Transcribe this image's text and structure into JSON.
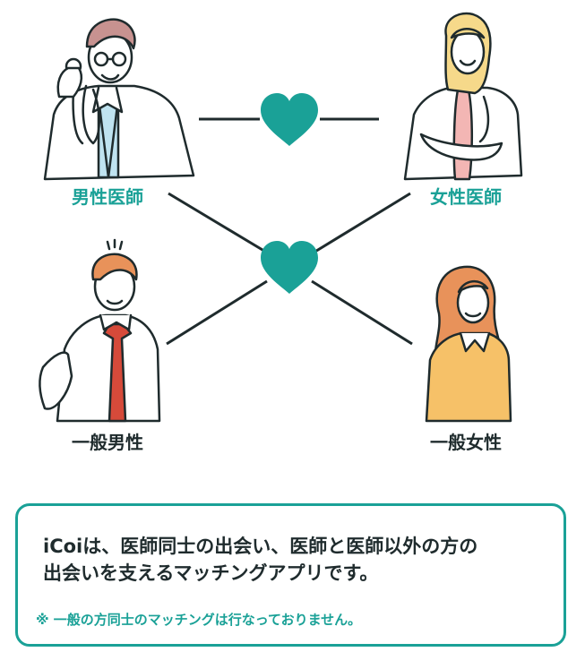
{
  "labels": {
    "male_doctor": "男性医師",
    "female_doctor": "女性医師",
    "general_male": "一般男性",
    "general_female": "一般女性"
  },
  "info": {
    "line1": "iCoiは、医師同士の出会い、医師と医師以外の方の",
    "line2": "出会いを支えるマッチングアプリです。",
    "note": "※ 一般の方同士のマッチングは行なっておりません。"
  },
  "colors": {
    "accent": "#1aa197",
    "text": "#1f2b2d",
    "line": "#1f2b2d"
  },
  "icons": [
    "heart-icon",
    "male-doctor-illustration",
    "female-doctor-illustration",
    "general-male-illustration",
    "general-female-illustration"
  ]
}
